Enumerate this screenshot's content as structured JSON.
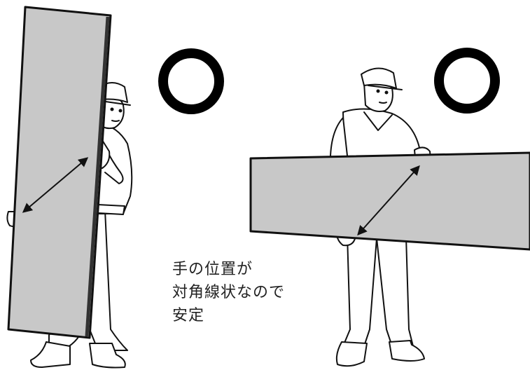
{
  "caption": {
    "line1": "手の位置が",
    "line2": "対角線状なので",
    "line3": "安定"
  },
  "marks": {
    "left_figure": "good-mark",
    "right_figure": "good-mark"
  },
  "colors": {
    "board_fill": "#c8c8c8",
    "line": "#111111",
    "mark": "#000000",
    "text": "#222222"
  }
}
